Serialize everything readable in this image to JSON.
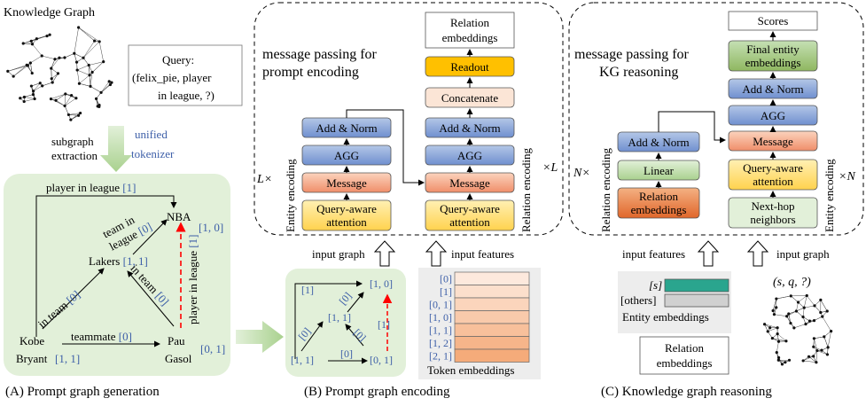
{
  "panelA": {
    "kg_label": "Knowledge Graph",
    "query_lines": [
      "Query:",
      "(felix_pie, player",
      "in league, ?)"
    ],
    "subgraph": [
      "subgraph",
      "extraction"
    ],
    "unified": [
      "unified",
      "tokenizer"
    ],
    "nodes": {
      "nba": "NBA",
      "nba_id": "[1, 0]",
      "lakers": "Lakers",
      "lakers_id": "[1, 1]",
      "kobe": [
        "Kobe",
        "Bryant"
      ],
      "kobe_id": "[1, 1]",
      "pau": [
        "Pau",
        "Gasol"
      ],
      "pau_id": "[0, 1]"
    },
    "edges": {
      "pil_top": "player in league",
      "pil_top_id": "[1]",
      "team_in_league": [
        "team in",
        "league"
      ],
      "team_in_league_id": "[0]",
      "in_team_left": "in team",
      "in_team_left_id": "[0]",
      "in_team_right": "in team",
      "in_team_right_id": "[0]",
      "teammate": "teammate",
      "teammate_id": "[0]",
      "pil_query": "player in league",
      "pil_query_id": "[1]"
    },
    "caption": "(A) Prompt graph generation"
  },
  "panelB": {
    "title": [
      "message passing for",
      "prompt encoding"
    ],
    "left_stack": [
      "Add & Norm",
      "AGG",
      "Message",
      "Query-aware",
      "attention"
    ],
    "right_stack": [
      "Relation",
      "embeddings",
      "Readout",
      "Concatenate",
      "Add & Norm",
      "AGG",
      "Message",
      "Query-aware",
      "attention"
    ],
    "entity_encoding": "Entity encoding",
    "relation_encoding": "Relation encoding",
    "l_times": "L×",
    "times_l": "×L",
    "input_graph": "input graph",
    "input_features": "input features",
    "pg_labels": [
      "[1]",
      "[1, 0]",
      "[0]",
      "[1, 1]",
      "[0]",
      "[1]",
      "[0]",
      "[1, 1]",
      "[0]",
      "[0, 1]"
    ],
    "token_ids": [
      "[0]",
      "[1]",
      "[0, 1]",
      "[1, 0]",
      "[1, 1]",
      "[1, 2]",
      "[2, 1]"
    ],
    "token_caption": "Token embeddings",
    "caption": "(B) Prompt graph encoding"
  },
  "panelC": {
    "title": [
      "message passing for",
      "KG reasoning"
    ],
    "left_stack": [
      "Add & Norm",
      "Linear",
      "Relation",
      "embeddings"
    ],
    "right_stack": [
      "Scores",
      "Final entity",
      "embeddings",
      "Add & Norm",
      "AGG",
      "Message",
      "Query-aware",
      "attention",
      "Next-hop",
      "neighbors"
    ],
    "relation_encoding": "Relation encoding",
    "entity_encoding": "Entity encoding",
    "n_times": "N×",
    "times_n": "×N",
    "input_features": "input features",
    "input_graph": "input graph",
    "s_label": "[s]",
    "others_label": "[others]",
    "entity_emb": "Entity embeddings",
    "rel_emb": [
      "Relation",
      "embeddings"
    ],
    "query": "(s, q, ?)",
    "caption": "(C) Knowledge graph reasoning"
  },
  "colors": {
    "blue": "#8eaadb",
    "blue_dark": "#4f72b8",
    "salmon": "#f4b183",
    "yellow": "#ffd966",
    "gold": "#ffc000",
    "peach": "#fbe5d6",
    "green_light": "#e2f0d9",
    "green_mid": "#c5e0b4",
    "olive": "#a9d18e",
    "orange": "#ed7d31",
    "teal": "#2aa58e",
    "label_blue": "#3d5fa8",
    "red": "#ff0000",
    "bg_green": "#e2f0d9"
  }
}
